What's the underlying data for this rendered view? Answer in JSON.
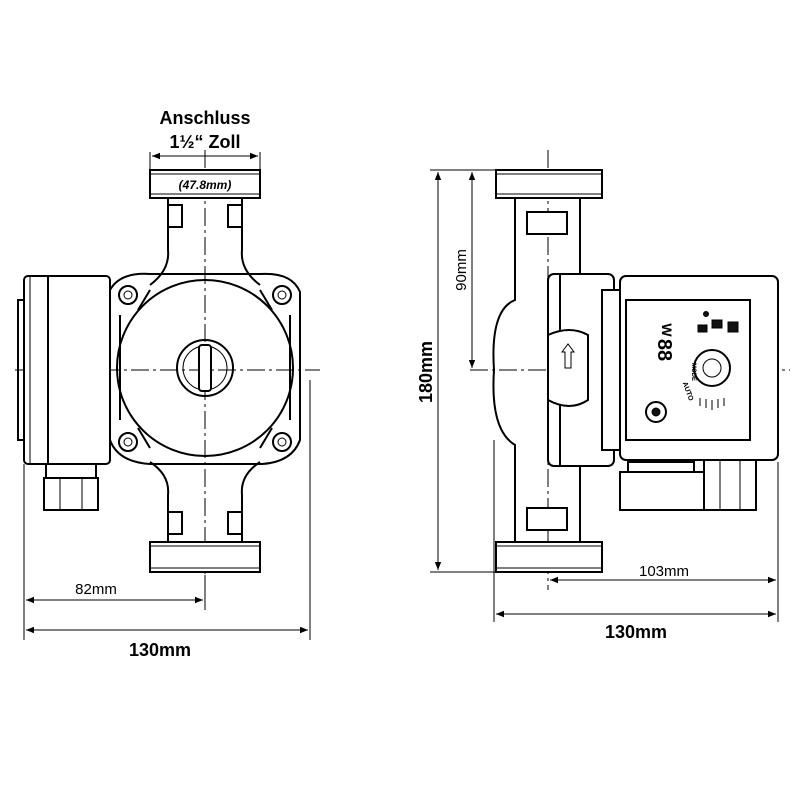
{
  "labels": {
    "connection_title": "Anschluss",
    "connection_size": "1½“ Zoll",
    "connection_mm": "(47.8mm)",
    "front_width_inner": "82mm",
    "front_width_total": "130mm",
    "side_height_total": "180mm",
    "side_height_half": "90mm",
    "side_depth_inner": "103mm",
    "side_depth_total": "130mm"
  },
  "controller": {
    "unit_label": "W",
    "display_digits": "88",
    "mode_label": "MODE",
    "auto_label": "AUTO"
  }
}
